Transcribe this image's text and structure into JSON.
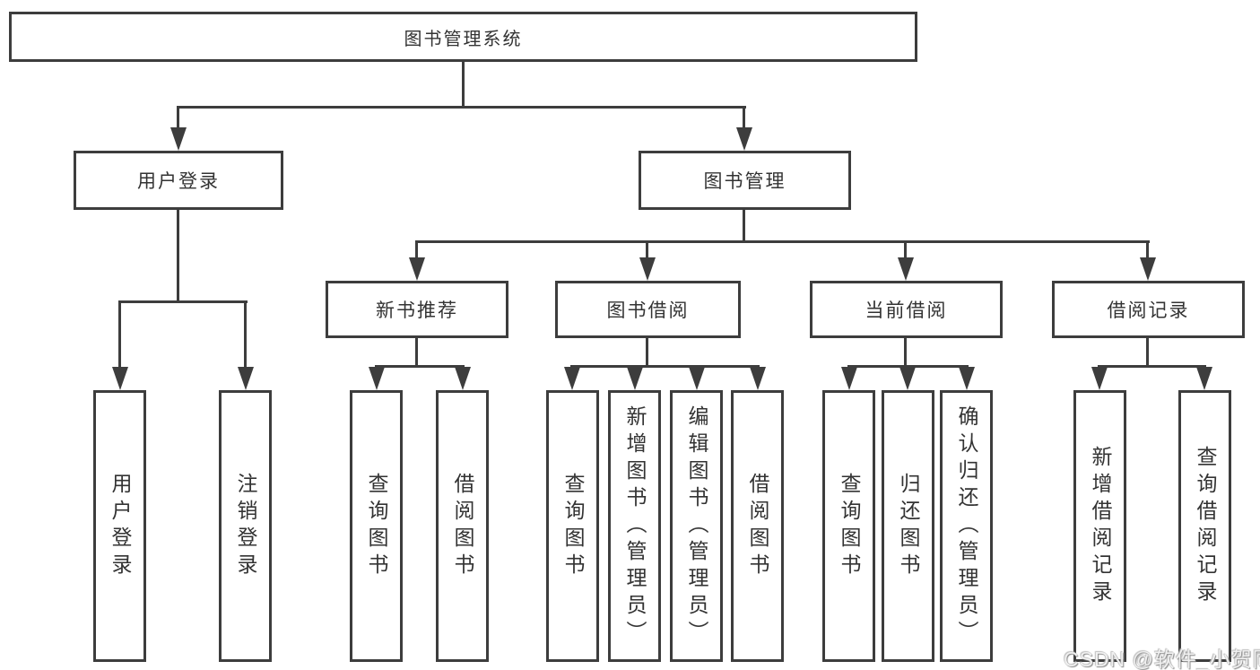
{
  "diagram": {
    "root": {
      "label": "图书管理系统"
    },
    "level2": [
      {
        "label": "用户登录"
      },
      {
        "label": "图书管理"
      }
    ],
    "level3": [
      {
        "label": "新书推荐"
      },
      {
        "label": "图书借阅"
      },
      {
        "label": "当前借阅"
      },
      {
        "label": "借阅记录"
      }
    ],
    "leaves": {
      "login": [
        {
          "label": "用户登录"
        },
        {
          "label": "注销登录"
        }
      ],
      "newbook": [
        {
          "label": "查询图书"
        },
        {
          "label": "借阅图书"
        }
      ],
      "borrow": [
        {
          "label": "查询图书"
        },
        {
          "label": "新增图书（管理员）"
        },
        {
          "label": "编辑图书（管理员）"
        },
        {
          "label": "借阅图书"
        }
      ],
      "current": [
        {
          "label": "查询图书"
        },
        {
          "label": "归还图书"
        },
        {
          "label": "确认归还（管理员）"
        }
      ],
      "records": [
        {
          "label": "新增借阅记录"
        },
        {
          "label": "查询借阅记录"
        }
      ]
    },
    "colors": {
      "line": "#3d3d3d",
      "text": "#333333",
      "background": "#ffffff"
    }
  },
  "watermark": {
    "text": "CSDN @软件_小贺同学"
  }
}
